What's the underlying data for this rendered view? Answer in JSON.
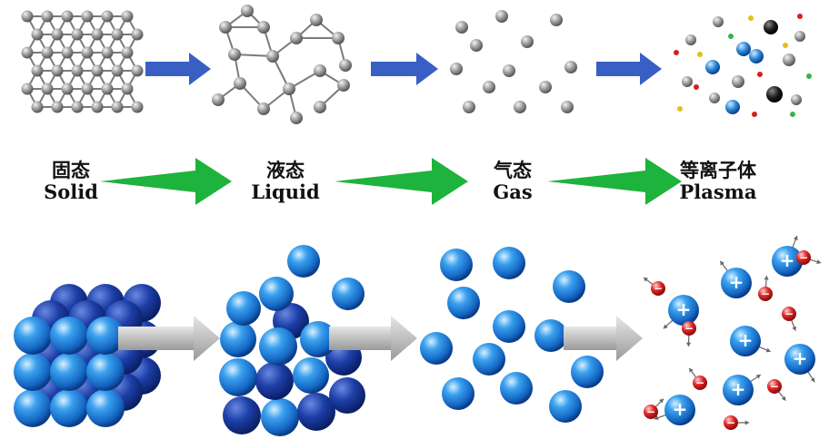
{
  "states": [
    {
      "cn": "固态",
      "en": "Solid"
    },
    {
      "cn": "液态",
      "en": "Liquid"
    },
    {
      "cn": "气态",
      "en": "Gas"
    },
    {
      "cn": "等离子体",
      "en": "Plasma"
    }
  ],
  "symbols": {
    "positive": "+",
    "negative": "−"
  },
  "colors": {
    "top_arrow": "#3a5fc4",
    "middle_arrow": "#1eb33c",
    "bottom_arrow": "#b0b0b0",
    "node_gray": "#8a8a8a",
    "sphere_blue": "#1f7ed6",
    "sphere_dark": "#0d3e9a",
    "ion_red": "#d42020"
  }
}
